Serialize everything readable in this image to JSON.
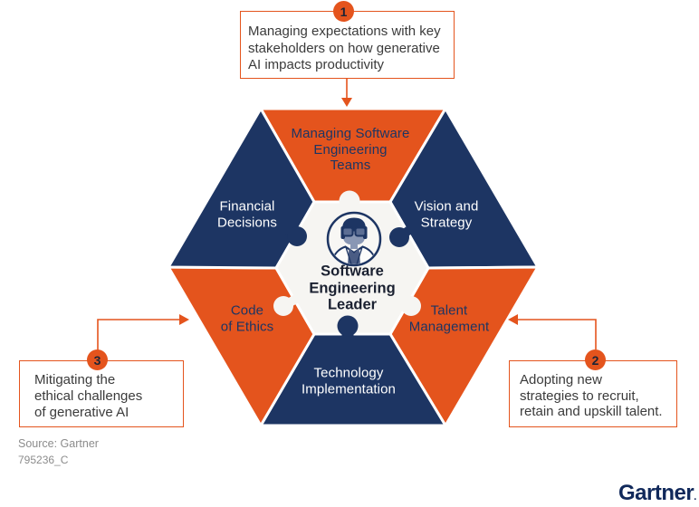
{
  "diagram": {
    "center": {
      "title": "Software\nEngineering\nLeader",
      "icon": "engineer-avatar-icon"
    },
    "segments": [
      {
        "id": "managing-teams",
        "label": "Managing Software\nEngineering\nTeams",
        "color": "orange"
      },
      {
        "id": "vision-strategy",
        "label": "Vision and\nStrategy",
        "color": "navy"
      },
      {
        "id": "talent-management",
        "label": "Talent\nManagement",
        "color": "orange"
      },
      {
        "id": "technology-implementation",
        "label": "Technology\nImplementation",
        "color": "navy"
      },
      {
        "id": "code-of-ethics",
        "label": "Code\nof Ethics",
        "color": "orange"
      },
      {
        "id": "financial-decisions",
        "label": "Financial\nDecisions",
        "color": "navy"
      }
    ]
  },
  "callouts": [
    {
      "number": "1",
      "text": "Managing expectations with key\nstakeholders on how generative\nAI impacts productivity"
    },
    {
      "number": "2",
      "text": "Adopting new\nstrategies to recruit,\nretain and upskill talent."
    },
    {
      "number": "3",
      "text": "Mitigating the\nethical challenges\nof generative AI"
    }
  ],
  "footer": {
    "source": "Source: Gartner",
    "document_id": "795236_C",
    "logo": "Gartner",
    "logo_mark": "."
  },
  "colors": {
    "orange": "#E4541D",
    "navy": "#1D3563",
    "center_fill": "#F6F5F2",
    "callout_text": "#3B3B3B",
    "source_gray": "#8C8C8C",
    "logo_navy": "#11295B"
  }
}
